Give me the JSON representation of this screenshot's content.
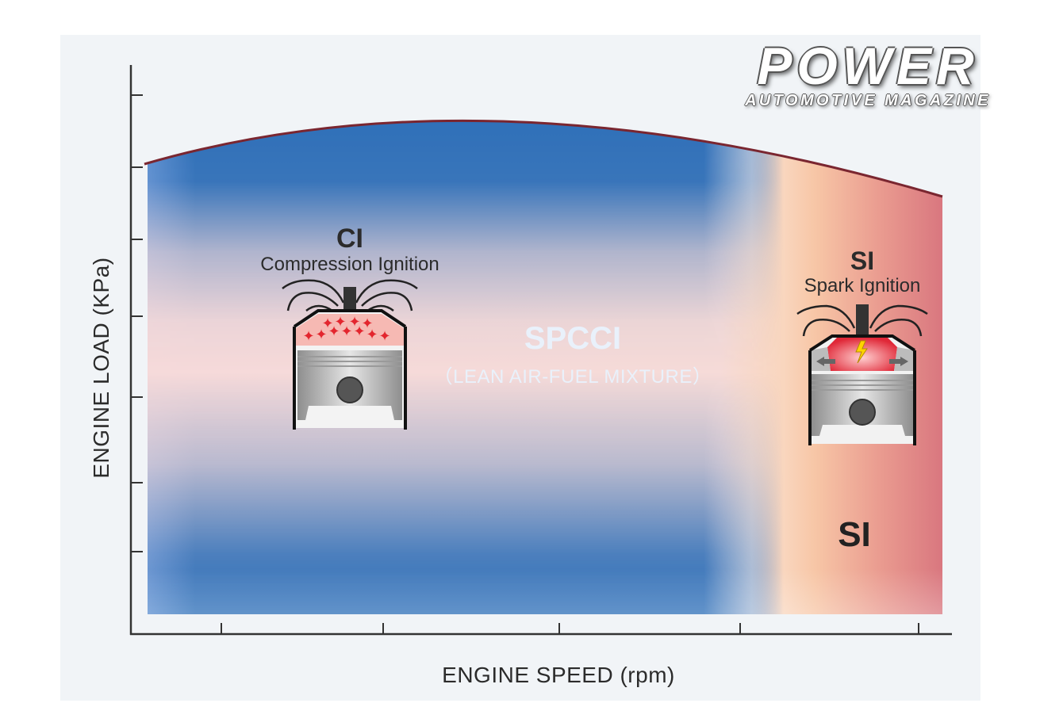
{
  "brand": {
    "name": "POWER",
    "tagline": "AUTOMOTIVE MAGAZINE"
  },
  "axes": {
    "x_label": "ENGINE SPEED (rpm)",
    "y_label": "ENGINE LOAD (KPa)"
  },
  "regions": {
    "ci": {
      "title": "CI",
      "subtitle": "Compression Ignition"
    },
    "spcci": {
      "title": "SPCCI",
      "subtitle": "（LEAN AIR-FUEL MIXTURE）"
    },
    "si": {
      "title": "SI",
      "subtitle": "Spark Ignition",
      "zone_label": "SI"
    }
  },
  "colors": {
    "spcci_blue": "#2e6fb8",
    "si_red": "#d9777f",
    "si_orange": "#f8c9a4",
    "boundary": "#7a2630",
    "axis": "#333333"
  },
  "icons": {
    "ci_piston": "piston-compression-icon",
    "si_piston": "piston-spark-icon"
  }
}
